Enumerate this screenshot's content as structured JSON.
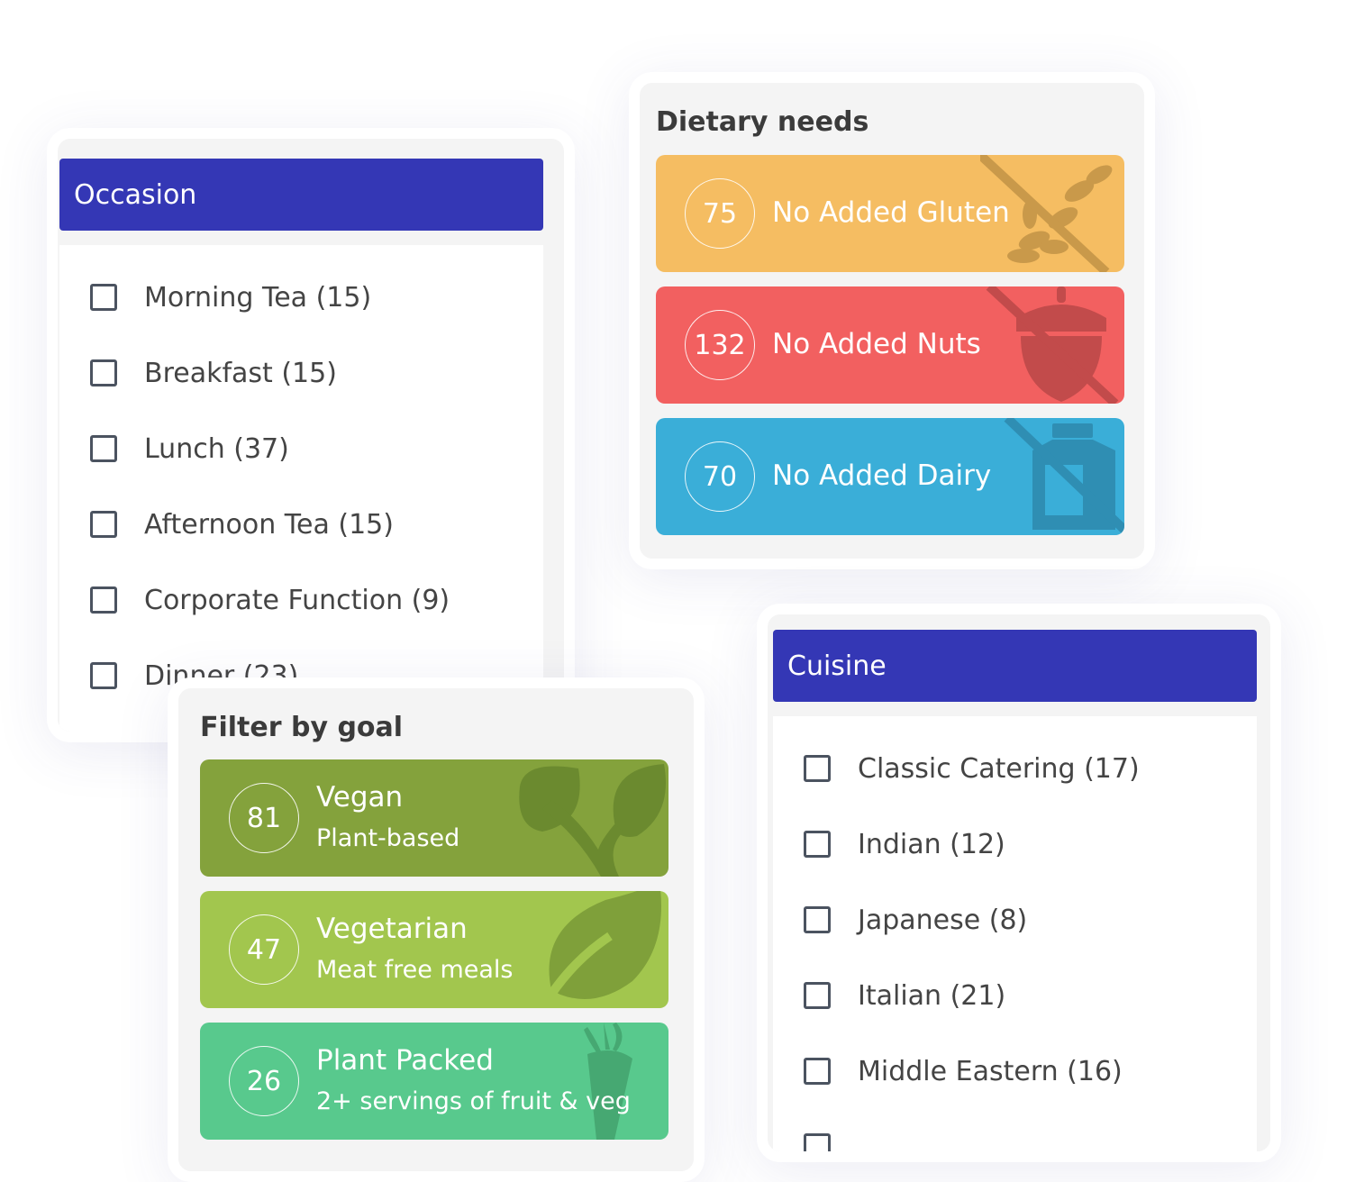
{
  "occasion": {
    "header": "Occasion",
    "items": [
      {
        "label": "Morning Tea (15)"
      },
      {
        "label": "Breakfast (15)"
      },
      {
        "label": "Lunch (37)"
      },
      {
        "label": "Afternoon Tea (15)"
      },
      {
        "label": "Corporate Function (9)"
      },
      {
        "label": "Dinner (23)"
      }
    ]
  },
  "dietary": {
    "title": "Dietary needs",
    "tiles": [
      {
        "count": "75",
        "label": "No Added Gluten",
        "color": "#f5bd62",
        "icon": "wheat-crossed-icon"
      },
      {
        "count": "132",
        "label": "No Added Nuts",
        "color": "#f26060",
        "icon": "acorn-crossed-icon"
      },
      {
        "count": "70",
        "label": "No Added Dairy",
        "color": "#3aaed8",
        "icon": "milk-carton-crossed-icon"
      }
    ]
  },
  "goal": {
    "title": "Filter by goal",
    "tiles": [
      {
        "count": "81",
        "label": "Vegan",
        "sub": "Plant-based",
        "color": "#84a23c",
        "icon": "sprout-icon"
      },
      {
        "count": "47",
        "label": "Vegetarian",
        "sub": "Meat free meals",
        "color": "#a2c64e",
        "icon": "leaf-icon"
      },
      {
        "count": "26",
        "label": "Plant Packed",
        "sub": "2+ servings of fruit & veg",
        "color": "#58c98d",
        "icon": "carrot-icon"
      }
    ]
  },
  "cuisine": {
    "header": "Cuisine",
    "items": [
      {
        "label": "Classic Catering (17)"
      },
      {
        "label": "Indian (12)"
      },
      {
        "label": "Japanese (8)"
      },
      {
        "label": "Italian (21)"
      },
      {
        "label": "Middle Eastern (16)"
      }
    ]
  }
}
